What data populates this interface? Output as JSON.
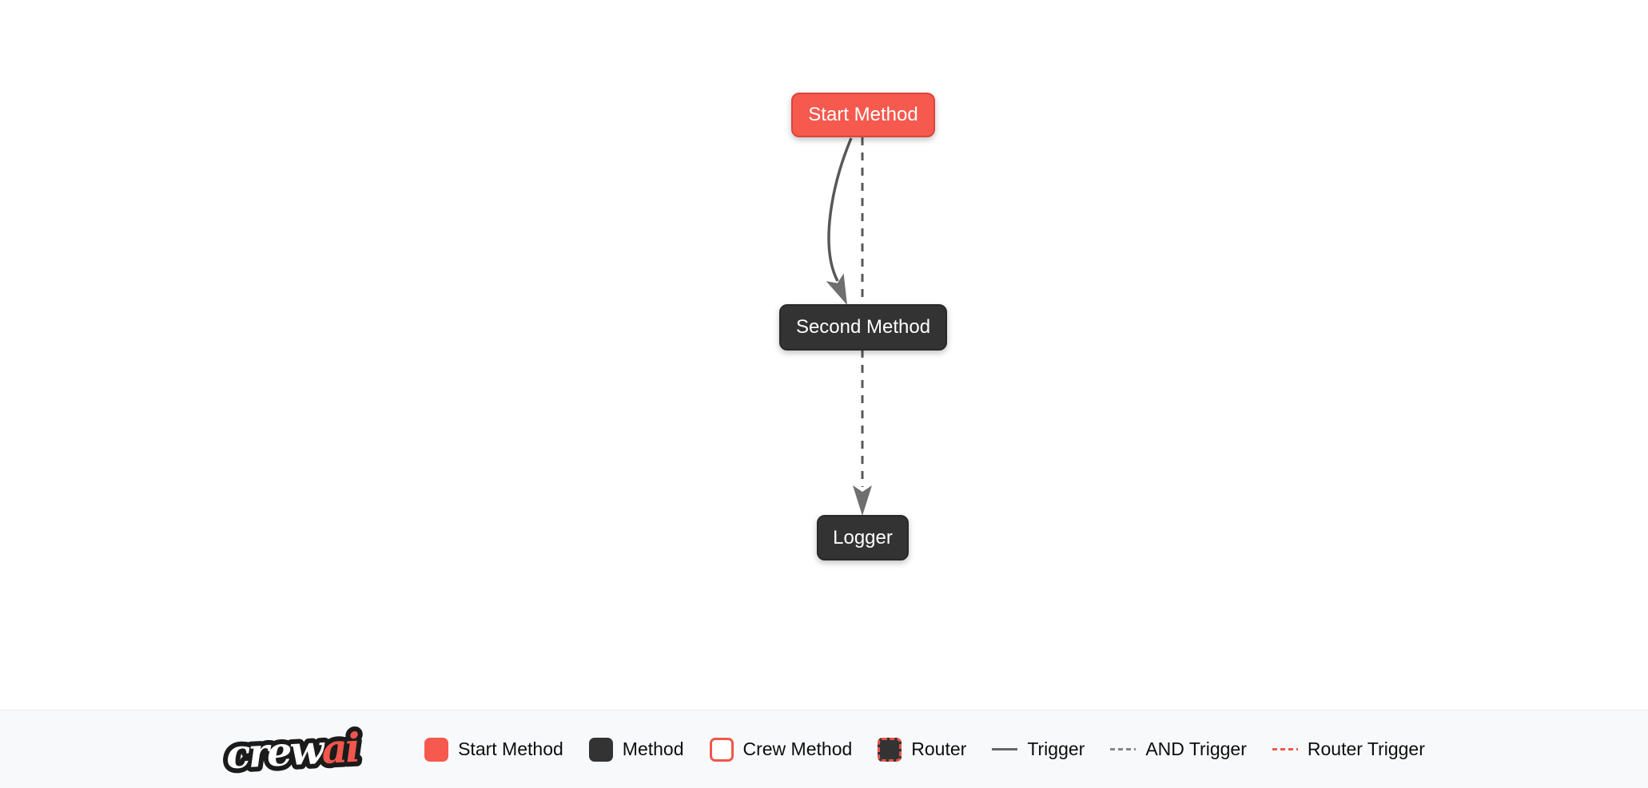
{
  "flow": {
    "nodes": [
      {
        "label": "Start Method",
        "type": "start-method",
        "fill": "#f6594e",
        "border": "#db453d",
        "text_color": "#ffffff"
      },
      {
        "label": "Second Method",
        "type": "method",
        "fill": "#333333",
        "border": "#282828",
        "text_color": "#ffffff"
      },
      {
        "label": "Logger",
        "type": "method",
        "fill": "#333333",
        "border": "#282828",
        "text_color": "#ffffff"
      }
    ],
    "edges": [
      {
        "from": "Start Method",
        "to": "Second Method",
        "kind": "trigger",
        "style": "solid curved arrow",
        "color": "#585858"
      },
      {
        "from": "Start Method",
        "to": "Logger",
        "kind": "and-trigger",
        "style": "dashed straight arrow",
        "color": "#585858"
      }
    ]
  },
  "legend": {
    "logo": {
      "crew": "crew",
      "ai": "ai"
    },
    "items": [
      {
        "label": "Start Method",
        "swatch": "square",
        "color": "#f6594e"
      },
      {
        "label": "Method",
        "swatch": "square",
        "color": "#333333"
      },
      {
        "label": "Crew Method",
        "swatch": "square-outline",
        "color": "#f0564c"
      },
      {
        "label": "Router",
        "swatch": "square-dashed",
        "color": "#e8544a"
      },
      {
        "label": "Trigger",
        "swatch": "line-solid",
        "color": "#666666"
      },
      {
        "label": "AND Trigger",
        "swatch": "line-dashed",
        "color": "#858585"
      },
      {
        "label": "Router Trigger",
        "swatch": "line-dashed-red",
        "color": "#f0594e"
      }
    ]
  },
  "colors": {
    "canvas_background": "#ffffff",
    "legend_background": "#f8f9fa",
    "accent_red": "#f6594e",
    "node_dark": "#333333",
    "edge_gray": "#585858",
    "arrow_gray": "#6f6f6f",
    "legend_text": "#0d0d0d"
  }
}
